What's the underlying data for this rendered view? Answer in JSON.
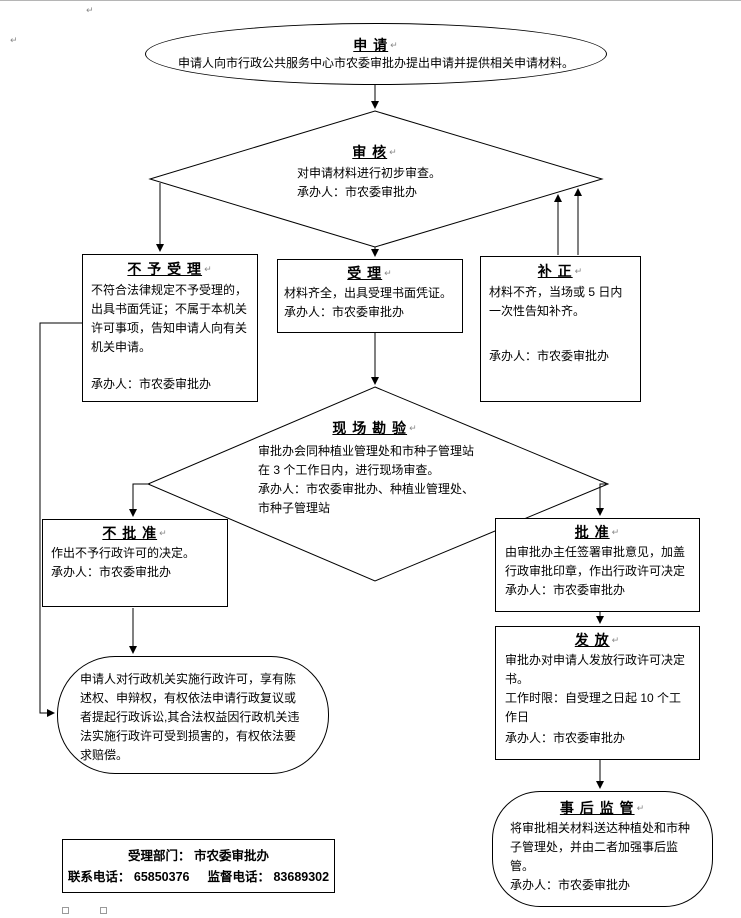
{
  "meta": {
    "pilcrow": "↵"
  },
  "nodes": {
    "apply": {
      "title": "申 请",
      "body": "申请人向市行政公共服务中心市农委审批办提出申请并提供相关申请材料。"
    },
    "review": {
      "title": "审 核",
      "body": "对申请材料进行初步审查。",
      "handler": "承办人：市农委审批办"
    },
    "reject": {
      "title": "不 予 受 理",
      "body": "不符合法律规定不予受理的，出具书面凭证；不属于本机关许可事项，告知申请人向有关机关申请。",
      "handler": "承办人：市农委审批办"
    },
    "accept": {
      "title": "受 理",
      "body": "材料齐全，出具受理书面凭证。",
      "handler": "承办人：市农委审批办"
    },
    "supplement": {
      "title": "补 正",
      "body": "材料不齐，当场或 5 日内一次性告知补齐。",
      "handler": "承办人：市农委审批办"
    },
    "inspect": {
      "title": "现 场 勘 验",
      "body": "审批办会同种植业管理处和市种子管理站在 3 个工作日内，进行现场审查。",
      "handler": "承办人：市农委审批办、种植业管理处、市种子管理站"
    },
    "deny": {
      "title": "不 批 准",
      "body": "作出不予行政许可的决定。",
      "handler": "承办人：市农委审批办"
    },
    "approve": {
      "title": "批 准",
      "body": "由审批办主任签署审批意见，加盖行政审批印章，作出行政许可决定",
      "handler": "承办人：市农委审批办"
    },
    "rights": {
      "body": "申请人对行政机关实施行政许可，享有陈述权、申辩权，有权依法申请行政复议或者提起行政诉讼,其合法权益因行政机关违法实施行政许可受到损害的，有权依法要求赔偿。"
    },
    "issue": {
      "title": "发 放",
      "body": "审批办对申请人发放行政许可决定书。",
      "deadline": "工作时限：自受理之日起 10 个工作日",
      "handler": "承办人：市农委审批办"
    },
    "supervise": {
      "title": "事 后 监 管",
      "body": "将审批相关材料送达种植处和市种子管理处，并由二者加强事后监管。",
      "handler": "承办人：市农委审批办"
    },
    "contact": {
      "line1": "受理部门： 市农委审批办",
      "phone1": "联系电话： 65850376",
      "phone2": "监督电话： 83689302"
    }
  }
}
